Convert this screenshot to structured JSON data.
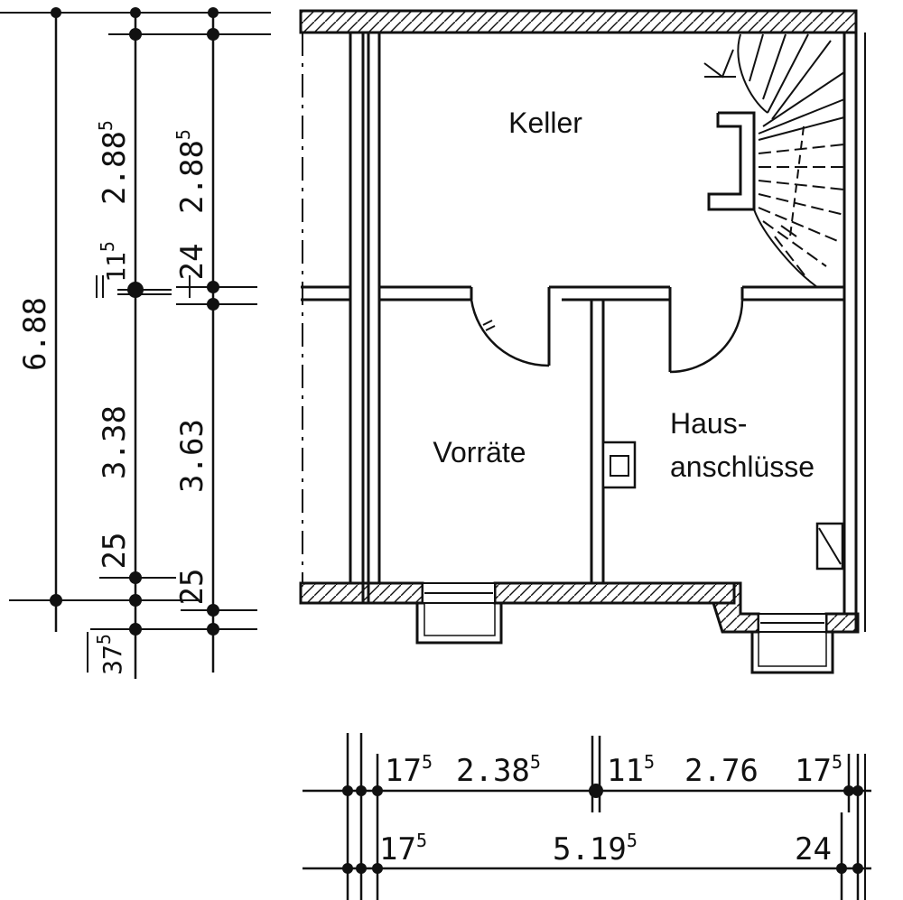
{
  "rooms": {
    "keller": "Keller",
    "vorraete": "Vorräte",
    "haus_line1": "Haus-",
    "haus_line2": "anschlüsse"
  },
  "vertical_dims": {
    "overall": "6.88",
    "left_top_main": "2.88",
    "left_top_sup": "5",
    "left_mid_main": "11",
    "left_mid_sup": "5",
    "left_low": "3.38",
    "left_bottom": "25",
    "left_base_main": "37",
    "left_base_sup": "5",
    "right_top_main": "2.88",
    "right_top_sup": "5",
    "right_mid": "24",
    "right_low": "3.63",
    "right_bottom": "25"
  },
  "horizontal_dims": {
    "row1": {
      "a_main": "17",
      "a_sup": "5",
      "b_main": "2.38",
      "b_sup": "5",
      "c_main": "11",
      "c_sup": "5",
      "d": "2.76",
      "e_main": "17",
      "e_sup": "5"
    },
    "row2": {
      "a_main": "17",
      "a_sup": "5",
      "b_main": "5.19",
      "b_sup": "5",
      "c": "24"
    }
  }
}
